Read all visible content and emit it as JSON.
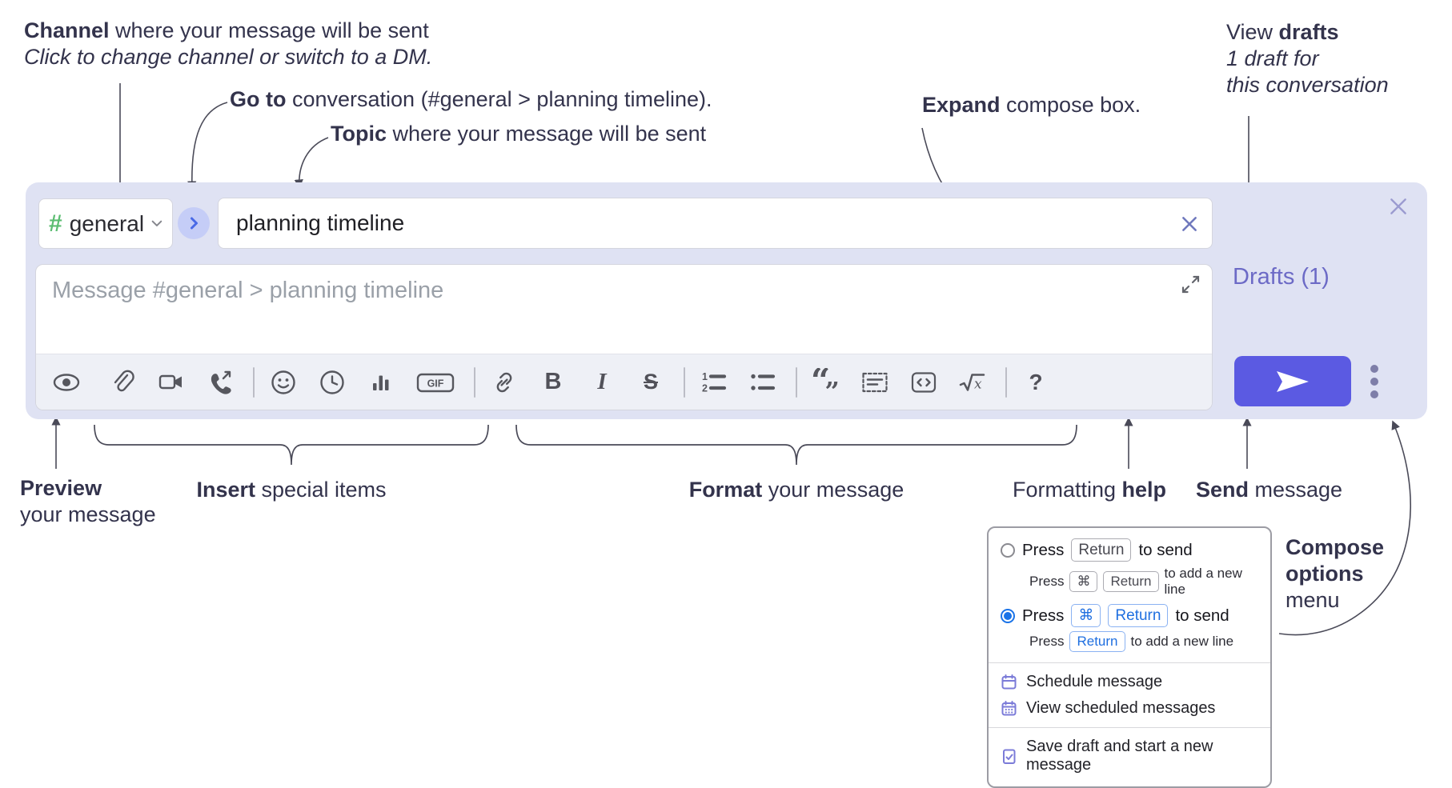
{
  "annotations": {
    "channel": {
      "bold": "Channel",
      "rest": " where your message will be sent",
      "sub": "Click to change channel or switch to a DM."
    },
    "go_to": {
      "bold": "Go to",
      "rest": " conversation (#general > planning timeline)."
    },
    "topic": {
      "bold": "Topic",
      "rest": " where your message will be sent"
    },
    "expand": {
      "bold": "Expand",
      "rest": " compose box."
    },
    "view_drafts": {
      "pre": "View ",
      "bold": "drafts",
      "line2": "1 draft for",
      "line3": "this conversation"
    },
    "preview": {
      "bold": "Preview",
      "line2": "your message"
    },
    "insert": {
      "bold": "Insert",
      "rest": " special items"
    },
    "format": {
      "bold": "Format",
      "rest": " your message"
    },
    "formatting_help": {
      "pre": "Formatting ",
      "bold": "help"
    },
    "send": {
      "bold": "Send",
      "rest": " message"
    },
    "compose_options": {
      "bold_line1": "Compose",
      "bold_line2": "options",
      "line3": "menu"
    }
  },
  "compose_box": {
    "channel_hash": "#",
    "channel_name": "general",
    "topic_value": "planning timeline",
    "message_placeholder": "Message #general > planning timeline",
    "drafts_link": "Drafts (1)",
    "toolbar": {
      "gif_label": "GIF",
      "bold_label": "B",
      "italic_label": "I",
      "strike_label": "S",
      "numbered_1": "1",
      "numbered_2": "2",
      "quote_open": "“",
      "quote_close": "„",
      "math_x": "x",
      "help_label": "?",
      "icons": [
        "preview-eye",
        "attach-file",
        "video-call",
        "voice-call",
        "emoji",
        "time",
        "poll",
        "gif",
        "link",
        "bold",
        "italic",
        "strikethrough",
        "numbered-list",
        "bulleted-list",
        "quote",
        "spoiler",
        "code",
        "math",
        "help"
      ]
    }
  },
  "compose_options_menu": {
    "enter_option": {
      "press": "Press",
      "key_return": "Return",
      "tail": "to send",
      "sub_press": "Press",
      "sub_key_cmd": "⌘",
      "sub_key_return": "Return",
      "sub_tail": "to add a new line"
    },
    "cmd_enter_option": {
      "press": "Press",
      "key_cmd": "⌘",
      "key_return": "Return",
      "tail": "to send",
      "sub_press": "Press",
      "sub_key_return": "Return",
      "sub_tail": "to add a new line"
    },
    "schedule_item": "Schedule message",
    "view_scheduled_item": "View scheduled messages",
    "save_draft_item": "Save draft and start a new message"
  },
  "colors": {
    "compose_bg": "#dfe2f3",
    "send_button": "#5b5ae2",
    "drafts_link": "#6c6ac6",
    "channel_hash_green": "#5cbd72",
    "go_button_bg": "#c5cdf7",
    "selected_option_blue": "#1a73e8",
    "menu_icon_purple": "#7b7bd8",
    "annotation_ink": "#33334c",
    "toolbar_icon": "#56575e"
  }
}
